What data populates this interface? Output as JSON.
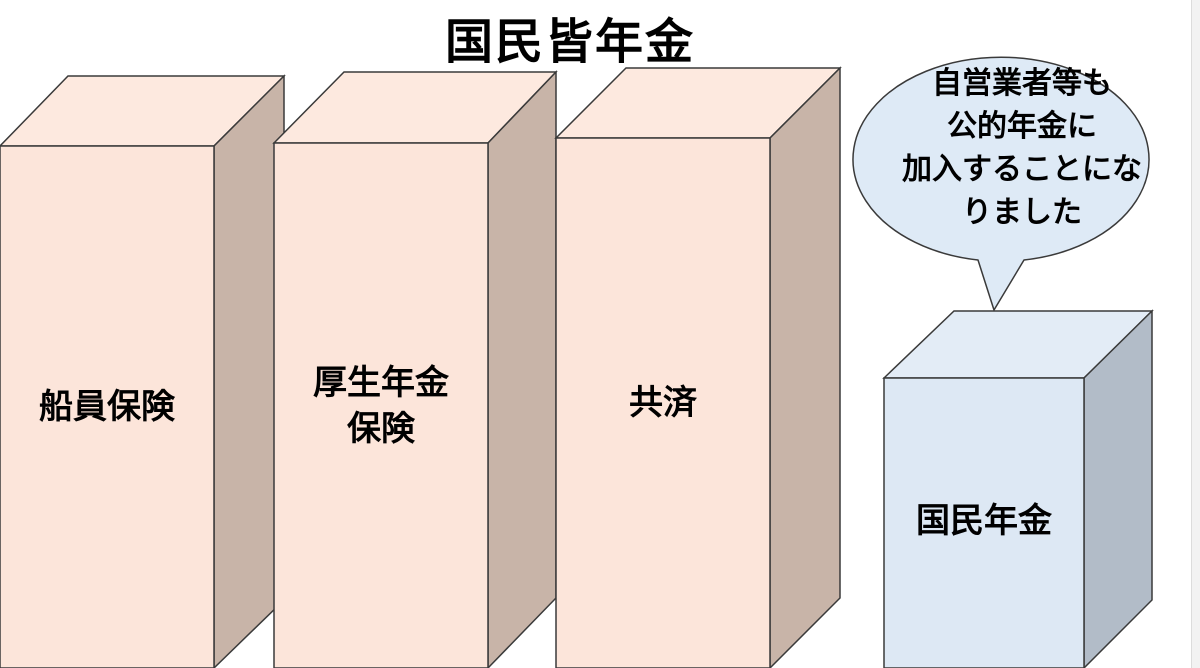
{
  "title": "国民皆年金",
  "boxes": [
    {
      "label_lines": [
        "船員保険"
      ],
      "theme": "salmon"
    },
    {
      "label_lines": [
        "厚生年金",
        "保険"
      ],
      "theme": "salmon"
    },
    {
      "label_lines": [
        "共済"
      ],
      "theme": "salmon"
    },
    {
      "label_lines": [
        "国民年金"
      ],
      "theme": "blue"
    }
  ],
  "callout": {
    "lines": [
      "自営業者等も",
      "公的年金に",
      "加入することにな",
      "りました"
    ]
  },
  "colors": {
    "salmon_front": "#fce5da",
    "salmon_top": "#fde9df",
    "salmon_side": "#c8b4a8",
    "blue_front": "#dde8f4",
    "blue_top": "#e3ecf6",
    "blue_side": "#b2bcc8",
    "bubble_fill": "#deeaf6",
    "outline": "#3a3a3a"
  }
}
